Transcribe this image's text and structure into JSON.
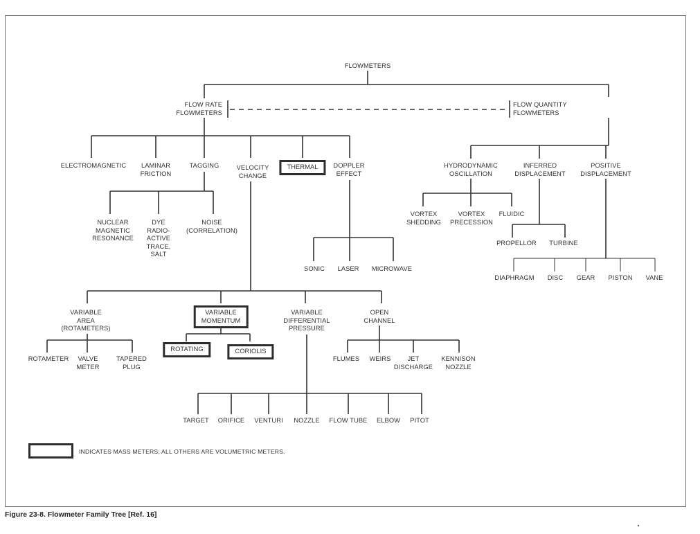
{
  "figure": {
    "caption": "Figure 23-8.   Flowmeter Family Tree [Ref. 16]",
    "legend": "INDICATES MASS METERS; ALL OTHERS ARE VOLUMETRIC METERS."
  },
  "nodes": {
    "root": "FLOWMETERS",
    "flow_rate": "FLOW RATE\nFLOWMETERS",
    "flow_quantity": "FLOW QUANTITY\nFLOWMETERS",
    "electromagnetic": "ELECTROMAGNETIC",
    "laminar_friction": "LAMINAR\nFRICTION",
    "tagging": "TAGGING",
    "velocity_change": "VELOCITY\nCHANGE",
    "thermal": "THERMAL",
    "doppler_effect": "DOPPLER\nEFFECT",
    "nmr": "NUCLEAR\nMAGNETIC\nRESONANCE",
    "dye": "DYE\nRADIO-\nACTIVE\nTRACE,\nSALT",
    "noise": "NOISE\n(CORRELATION)",
    "sonic": "SONIC",
    "laser": "LASER",
    "microwave": "MICROWAVE",
    "hydrodynamic_oscillation": "HYDRODYNAMIC\nOSCILLATION",
    "inferred_displacement": "INFERRED\nDISPLACEMENT",
    "positive_displacement": "POSITIVE\nDISPLACEMENT",
    "vortex_shedding": "VORTEX\nSHEDDING",
    "vortex_precession": "VORTEX\nPRECESSION",
    "fluidic": "FLUIDIC",
    "propellor": "PROPELLOR",
    "turbine": "TURBINE",
    "diaphragm": "DIAPHRAGM",
    "disc": "DISC",
    "gear": "GEAR",
    "piston": "PISTON",
    "vane": "VANE",
    "variable_area": "VARIABLE\nAREA\n(ROTAMETERS)",
    "variable_momentum": "VARIABLE\nMOMENTUM",
    "variable_dp": "VARIABLE\nDIFFERENTIAL\nPRESSURE",
    "open_channel": "OPEN\nCHANNEL",
    "rotameter": "ROTAMETER",
    "valve_meter": "VALVE\nMETER",
    "tapered_plug": "TAPERED\nPLUG",
    "rotating": "ROTATING",
    "coriolis": "CORIOLIS",
    "flumes": "FLUMES",
    "weirs": "WEIRS",
    "jet_discharge": "JET\nDISCHARGE",
    "kennison_nozzle": "KENNISON\nNOZZLE",
    "target": "TARGET",
    "orifice": "ORIFICE",
    "venturi": "VENTURI",
    "nozzle": "NOZZLE",
    "flow_tube": "FLOW  TUBE",
    "elbow": "ELBOW",
    "pitot": "PITOT"
  },
  "mass_meters": [
    "thermal",
    "variable_momentum",
    "rotating",
    "coriolis"
  ]
}
